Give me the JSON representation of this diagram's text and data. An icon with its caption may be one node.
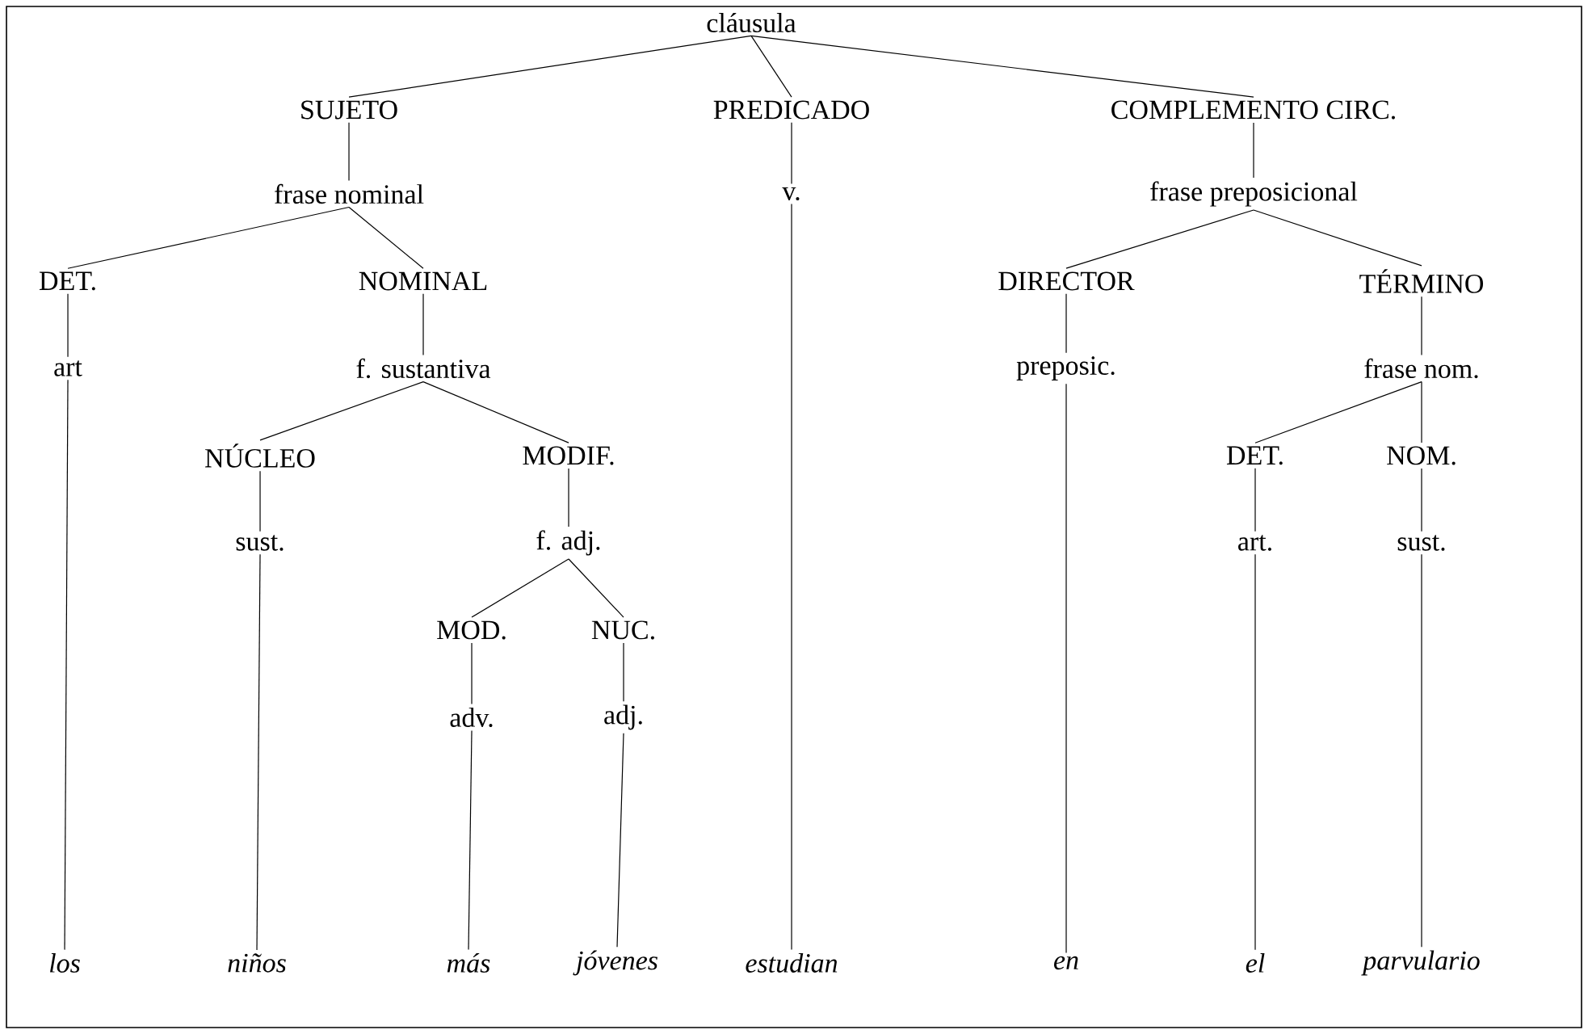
{
  "diagram": {
    "nodes": [
      {
        "text": [
          "cláusula"
        ]
      },
      {
        "text": [
          "SUJETO"
        ]
      },
      {
        "text": [
          "PREDICADO"
        ]
      },
      {
        "text": [
          "COMPLEMENTO CIRC."
        ]
      },
      {
        "text": [
          "frase nominal"
        ]
      },
      {
        "text": [
          "v."
        ]
      },
      {
        "text": [
          "frase preposicional"
        ]
      },
      {
        "text": [
          "DET."
        ]
      },
      {
        "text": [
          "NOMINAL"
        ]
      },
      {
        "text": [
          "DIRECTOR"
        ]
      },
      {
        "text": [
          "TÉRMINO"
        ]
      },
      {
        "text": [
          "art"
        ]
      },
      {
        "text": [
          "f. sustantiva"
        ]
      },
      {
        "text": [
          "preposic."
        ]
      },
      {
        "text": [
          "frase nom."
        ]
      },
      {
        "text": [
          "NÚCLEO"
        ]
      },
      {
        "text": [
          "MODIF."
        ]
      },
      {
        "text": [
          "DET."
        ]
      },
      {
        "text": [
          "NOM."
        ]
      },
      {
        "text": [
          "sust."
        ]
      },
      {
        "text": [
          "f. adj."
        ]
      },
      {
        "text": [
          "art."
        ]
      },
      {
        "text": [
          "sust."
        ]
      },
      {
        "text": [
          "MOD."
        ]
      },
      {
        "text": [
          "NUC."
        ]
      },
      {
        "text": [
          "adv."
        ]
      },
      {
        "text": [
          "adj."
        ]
      },
      {
        "text": [
          "los"
        ]
      },
      {
        "text": [
          "niños"
        ]
      },
      {
        "text": [
          "más"
        ]
      },
      {
        "text": [
          "jóvenes"
        ]
      },
      {
        "text": [
          "estudian"
        ]
      },
      {
        "text": [
          "en"
        ]
      },
      {
        "text": [
          "el"
        ]
      },
      {
        "text": [
          "parvulario"
        ]
      }
    ],
    "edges": [
      {
        "from": 0,
        "to": 1,
        "arrow": "none"
      },
      {
        "from": 0,
        "to": 2,
        "arrow": "none"
      },
      {
        "from": 0,
        "to": 3,
        "arrow": "none"
      },
      {
        "from": 1,
        "to": 4,
        "arrow": "none"
      },
      {
        "from": 2,
        "to": 5,
        "arrow": "none"
      },
      {
        "from": 3,
        "to": 6,
        "arrow": "none"
      },
      {
        "from": 4,
        "to": 7,
        "arrow": "none"
      },
      {
        "from": 4,
        "to": 8,
        "arrow": "none"
      },
      {
        "from": 6,
        "to": 9,
        "arrow": "none"
      },
      {
        "from": 6,
        "to": 10,
        "arrow": "none"
      },
      {
        "from": 7,
        "to": 11,
        "arrow": "none"
      },
      {
        "from": 8,
        "to": 12,
        "arrow": "none"
      },
      {
        "from": 9,
        "to": 13,
        "arrow": "none"
      },
      {
        "from": 10,
        "to": 14,
        "arrow": "none"
      },
      {
        "from": 11,
        "to": 27,
        "arrow": "none"
      },
      {
        "from": 12,
        "to": 15,
        "arrow": "none"
      },
      {
        "from": 12,
        "to": 16,
        "arrow": "none"
      },
      {
        "from": 13,
        "to": 32,
        "arrow": "none"
      },
      {
        "from": 14,
        "to": 17,
        "arrow": "none"
      },
      {
        "from": 14,
        "to": 18,
        "arrow": "none"
      },
      {
        "from": 15,
        "to": 19,
        "arrow": "none"
      },
      {
        "from": 16,
        "to": 20,
        "arrow": "none"
      },
      {
        "from": 17,
        "to": 21,
        "arrow": "none"
      },
      {
        "from": 18,
        "to": 22,
        "arrow": "none"
      },
      {
        "from": 19,
        "to": 28,
        "arrow": "none"
      },
      {
        "from": 20,
        "to": 23,
        "arrow": "none"
      },
      {
        "from": 20,
        "to": 24,
        "arrow": "none"
      },
      {
        "from": 21,
        "to": 33,
        "arrow": "none"
      },
      {
        "from": 22,
        "to": 34,
        "arrow": "none"
      },
      {
        "from": 23,
        "to": 25,
        "arrow": "none"
      },
      {
        "from": 24,
        "to": 26,
        "arrow": "none"
      },
      {
        "from": 25,
        "to": 29,
        "arrow": "none"
      },
      {
        "from": 26,
        "to": 30,
        "arrow": "none"
      },
      {
        "from": 5,
        "to": 31,
        "arrow": "none"
      }
    ]
  }
}
